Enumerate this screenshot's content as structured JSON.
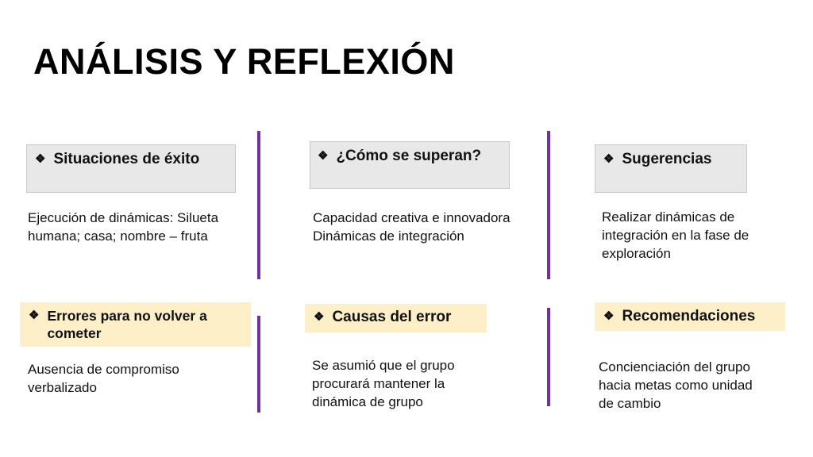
{
  "title": "ANÁLISIS Y REFLEXIÓN",
  "bullet_glyph": "❖",
  "accent_color": "#7030a0",
  "sections": {
    "exito": {
      "header": "Situaciones de éxito",
      "lines": [
        "Ejecución de dinámicas: Silueta",
        "humana; casa; nombre – fruta"
      ]
    },
    "superan": {
      "header": "¿Cómo se superan?",
      "lines": [
        "Capacidad creativa e innovadora",
        "Dinámicas de integración"
      ]
    },
    "sugerencias": {
      "header": "Sugerencias",
      "lines": [
        "Realizar dinámicas de",
        "integración en la fase de",
        "exploración"
      ]
    },
    "errores": {
      "header_lines": [
        "Errores para no volver a",
        "cometer"
      ],
      "lines": [
        "Ausencia de compromiso",
        "verbalizado"
      ]
    },
    "causas": {
      "header": "Causas del error",
      "lines": [
        "Se asumió que el grupo",
        "procurará mantener la",
        "dinámica de grupo"
      ]
    },
    "recomendaciones": {
      "header": "Recomendaciones",
      "lines": [
        "Concienciación del grupo",
        "hacia metas como unidad",
        "de cambio"
      ]
    }
  }
}
